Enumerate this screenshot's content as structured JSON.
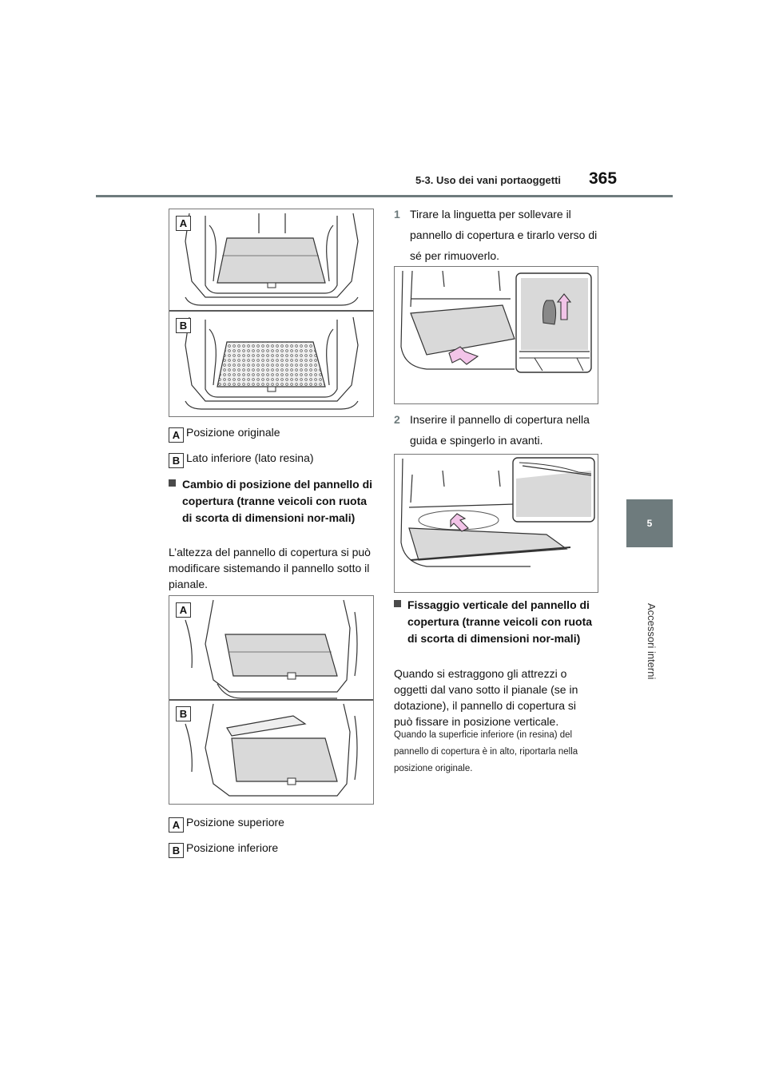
{
  "header": {
    "section": "5-3. Uso dei vani portaoggetti",
    "page_number": "365"
  },
  "side_tab": {
    "chapter": "5",
    "label": "Accessori interni"
  },
  "left_column": {
    "figure1": {
      "badge_a": "A",
      "badge_b": "B"
    },
    "legend1": [
      {
        "badge": "A",
        "text": "Posizione originale"
      },
      {
        "badge": "B",
        "text": "Lato inferiore (lato resina)"
      }
    ],
    "heading1": "Cambio di posizione del pannello di copertura (tranne veicoli con ruota di scorta di dimensioni nor-mali)",
    "paragraph1": "L’altezza del pannello di copertura si può modificare sistemando il pannello sotto il pianale.",
    "figure2": {
      "badge_a": "A",
      "badge_b": "B"
    },
    "legend2": [
      {
        "badge": "A",
        "text": "Posizione superiore"
      },
      {
        "badge": "B",
        "text": "Posizione inferiore"
      }
    ]
  },
  "right_column": {
    "step1": {
      "number": "1",
      "text": "Tirare la linguetta per sollevare il pannello di copertura e tirarlo verso di sé per rimuoverlo."
    },
    "step2": {
      "number": "2",
      "text": "Inserire il pannello di copertura nella guida e spingerlo in avanti."
    },
    "heading2": "Fissaggio verticale del pannello di copertura (tranne veicoli con ruota di scorta di dimensioni nor-mali)",
    "paragraph2": "Quando si estraggono gli attrezzi o oggetti dal vano sotto il pianale (se in dotazione), il pannello di copertura si può fissare in posizione verticale.",
    "note": "Quando la superficie inferiore (in resina) del pannello di copertura è in alto, riportarla nella posizione originale."
  },
  "colors": {
    "accent": "#6e7b7d",
    "arrow_fill": "#f2c4e8",
    "panel_fill": "#d9d9d9"
  }
}
